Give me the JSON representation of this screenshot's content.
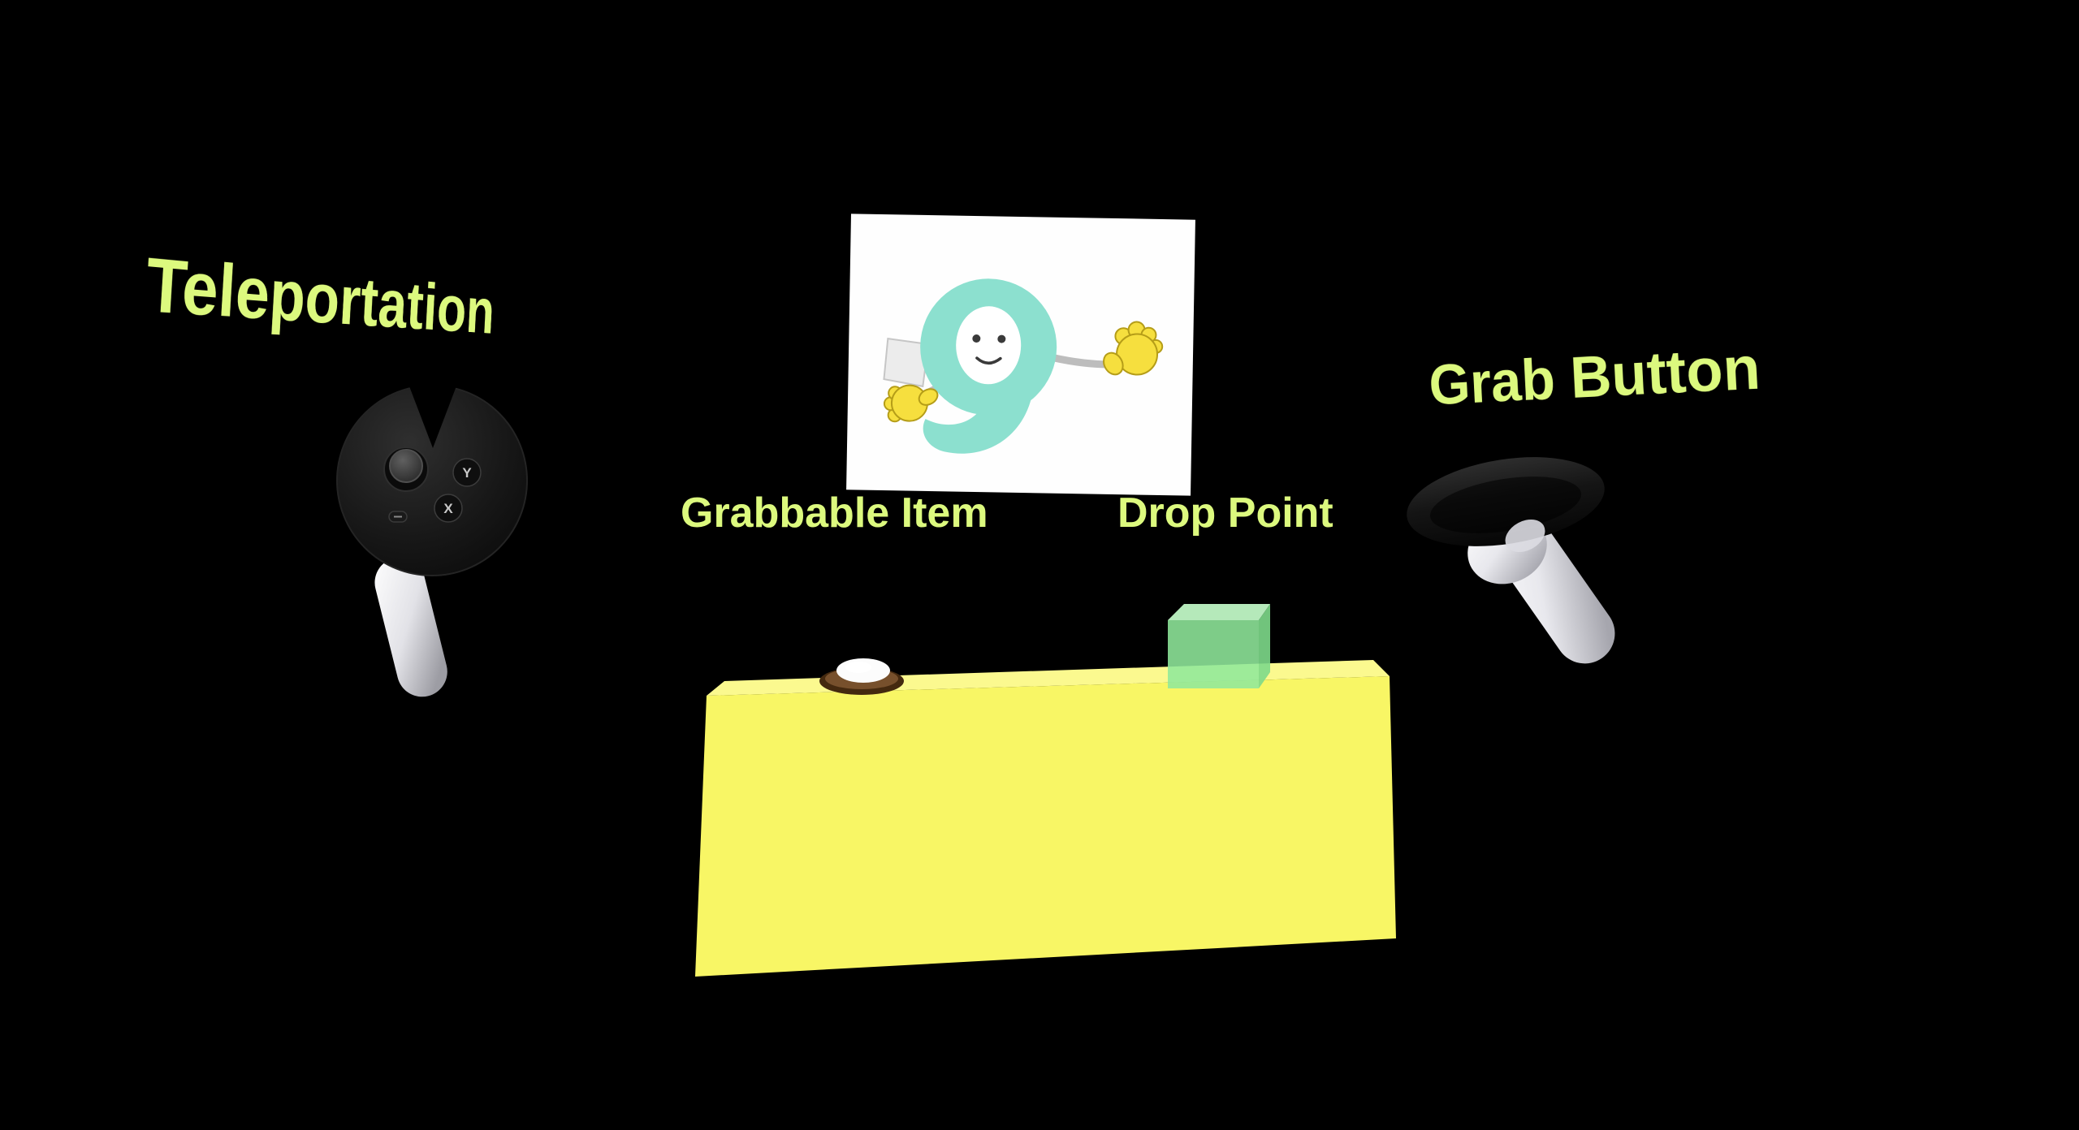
{
  "scene": {
    "background": "#000000",
    "labels": {
      "teleportation": "Teleportation",
      "grab_button": "Grab Button",
      "grabbable_item": "Grabbable Item",
      "drop_point": "Drop Point"
    },
    "left_controller": {
      "buttons": {
        "y": "Y",
        "x": "X"
      }
    },
    "colors": {
      "scene_bg": "#000000",
      "label_text": "#dcf97e",
      "poster_bg": "#fefefe",
      "table_front": "#f8f665",
      "table_top": "#fbf98f",
      "cube_front": "#8fe89b",
      "cube_top": "#bff5c4",
      "cube_side": "#7dd98a",
      "mascot_teal": "#8ce0cf",
      "glove_yellow": "#f6df3e",
      "plate_brown": "#77502c",
      "plate_rim": "#44290f",
      "salt_white": "#fcfcfc"
    }
  }
}
